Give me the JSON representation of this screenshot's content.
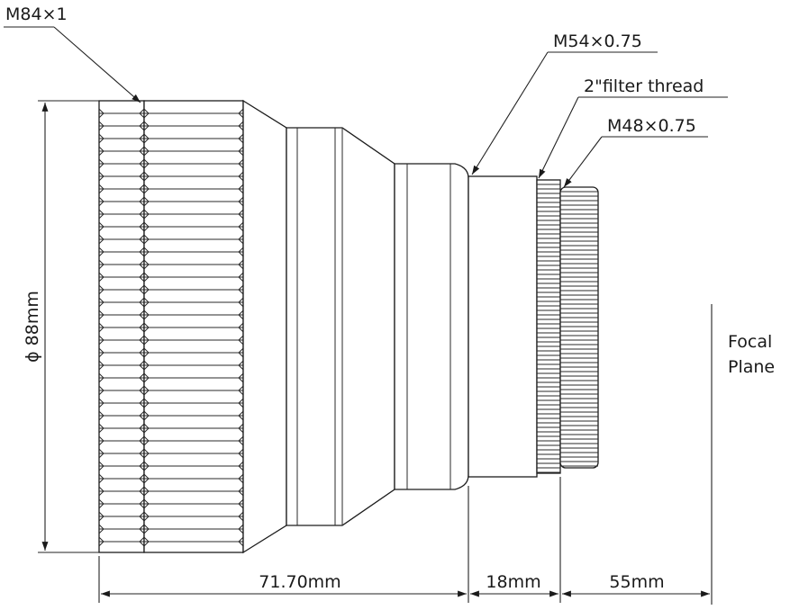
{
  "callouts": {
    "front_thread": "M84×1",
    "rear_thread": "M54×0.75",
    "filter_thread": "2\"filter thread",
    "mount_thread": "M48×0.75"
  },
  "dimensions": {
    "diameter": "ϕ 88mm",
    "length_body": "71.70mm",
    "length_adapter": "18mm",
    "back_focus": "55mm"
  },
  "focal_plane": {
    "line1": "Focal",
    "line2": "Plane"
  }
}
